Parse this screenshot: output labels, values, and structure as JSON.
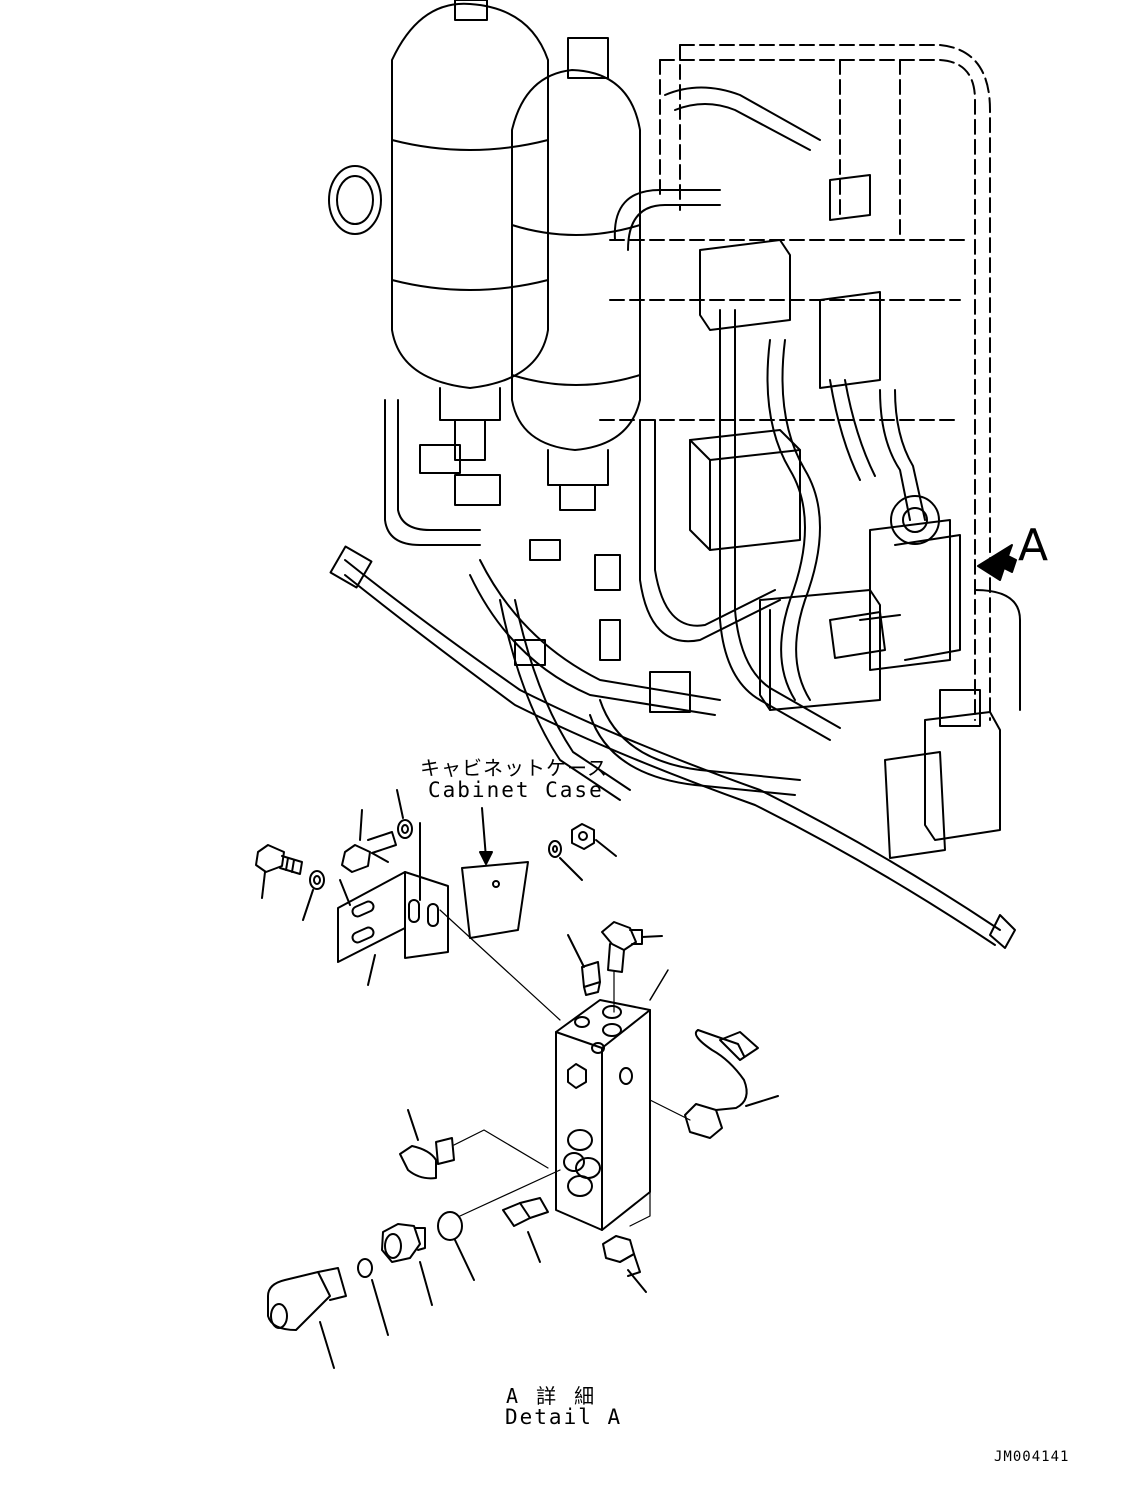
{
  "callout_letter": "A",
  "cabinet_case": {
    "label_jp": "キャビネットケース",
    "label_en": "Cabinet Case"
  },
  "detail": {
    "label_jp": "A 詳 細",
    "label_en": "Detail A"
  },
  "drawing_number": "JM004141",
  "colors": {
    "ink": "#000000",
    "paper": "#ffffff"
  }
}
